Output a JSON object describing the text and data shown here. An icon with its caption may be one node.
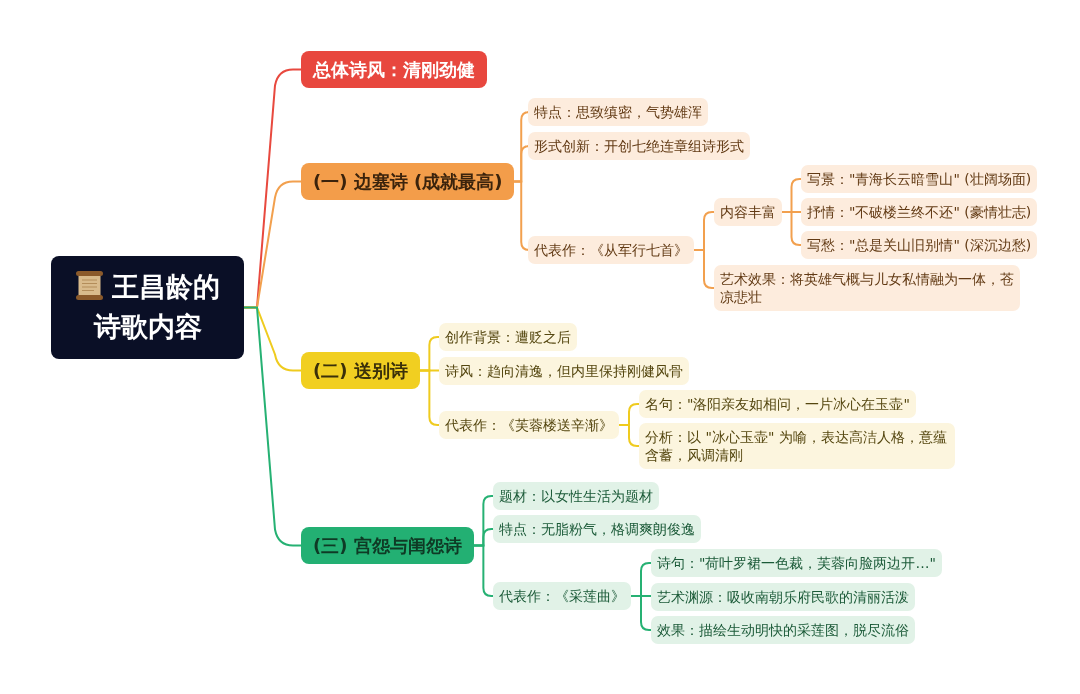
{
  "diagram": {
    "nodes": [
      {
        "text": [
          "王昌龄的诗歌内容"
        ]
      },
      {
        "text": [
          "总体诗风：清刚劲健"
        ]
      },
      {
        "text": [
          "(一) 边塞诗 (成就最高)"
        ]
      },
      {
        "text": [
          "特点：思致缜密，气势雄浑"
        ]
      },
      {
        "text": [
          "形式创新：开创七绝连章组诗形式"
        ]
      },
      {
        "text": [
          "代表作：《从军行七首》"
        ]
      },
      {
        "text": [
          "内容丰富"
        ]
      },
      {
        "text": [
          "写景：\"青海长云暗雪山\" (壮阔场面)"
        ]
      },
      {
        "text": [
          "抒情：\"不破楼兰终不还\" (豪情壮志)"
        ]
      },
      {
        "text": [
          "写愁：\"总是关山旧别情\" (深沉边愁)"
        ]
      },
      {
        "text": [
          "艺术效果：将英雄气概与儿女私情融为一体，苍凉悲壮"
        ]
      },
      {
        "text": [
          "(二) 送别诗"
        ]
      },
      {
        "text": [
          "创作背景：遭贬之后"
        ]
      },
      {
        "text": [
          "诗风：趋向清逸，但内里保持刚健风骨"
        ]
      },
      {
        "text": [
          "代表作：《芙蓉楼送辛渐》"
        ]
      },
      {
        "text": [
          "名句：\"洛阳亲友如相问，一片冰心在玉壶\""
        ]
      },
      {
        "text": [
          "分析：以 \"冰心玉壶\" 为喻，表达高洁人格，意蕴含蓄，风调清刚"
        ]
      },
      {
        "text": [
          "(三) 宫怨与闺怨诗"
        ]
      },
      {
        "text": [
          "题材：以女性生活为题材"
        ]
      },
      {
        "text": [
          "特点：无脂粉气，格调爽朗俊逸"
        ]
      },
      {
        "text": [
          "代表作：《采莲曲》"
        ]
      },
      {
        "text": [
          "诗句：\"荷叶罗裙一色裁，芙蓉向脸两边开…\""
        ]
      },
      {
        "text": [
          "艺术渊源：吸收南朝乐府民歌的清丽活泼"
        ]
      },
      {
        "text": [
          "效果：描绘生动明快的采莲图，脱尽流俗"
        ]
      }
    ],
    "edges": [
      {
        "from": 0,
        "to": 1,
        "arrow": "none",
        "color": "#e8493f"
      },
      {
        "from": 0,
        "to": 2,
        "arrow": "none"
      },
      {
        "from": 0,
        "to": 11,
        "arrow": "none",
        "color": "#efcb1f"
      },
      {
        "from": 0,
        "to": 17,
        "arrow": "none",
        "color": "#26b173"
      },
      {
        "from": 2,
        "to": 3,
        "arrow": "none"
      },
      {
        "from": 2,
        "to": 4,
        "arrow": "none"
      },
      {
        "from": 2,
        "to": 5,
        "arrow": "none"
      },
      {
        "from": 5,
        "to": 6,
        "arrow": "none"
      },
      {
        "from": 5,
        "to": 10,
        "arrow": "none"
      },
      {
        "from": 6,
        "to": 7,
        "arrow": "none"
      },
      {
        "from": 6,
        "to": 8,
        "arrow": "none"
      },
      {
        "from": 6,
        "to": 9,
        "arrow": "none"
      },
      {
        "from": 11,
        "to": 12,
        "arrow": "none",
        "color": "#efcb1f"
      },
      {
        "from": 11,
        "to": 13,
        "arrow": "none",
        "color": "#efcb1f"
      },
      {
        "from": 11,
        "to": 14,
        "arrow": "none",
        "color": "#efcb1f"
      },
      {
        "from": 14,
        "to": 15,
        "arrow": "none",
        "color": "#efcb1f"
      },
      {
        "from": 14,
        "to": 16,
        "arrow": "none",
        "color": "#efcb1f"
      },
      {
        "from": 17,
        "to": 18,
        "arrow": "none",
        "color": "#26b173"
      },
      {
        "from": 17,
        "to": 19,
        "arrow": "none",
        "color": "#26b173"
      },
      {
        "from": 17,
        "to": 20,
        "arrow": "none",
        "color": "#26b173"
      },
      {
        "from": 20,
        "to": 21,
        "arrow": "none",
        "color": "#26b173"
      },
      {
        "from": 20,
        "to": 22,
        "arrow": "none",
        "color": "#26b173"
      },
      {
        "from": 20,
        "to": 23,
        "arrow": "none",
        "color": "#26b173"
      }
    ]
  }
}
